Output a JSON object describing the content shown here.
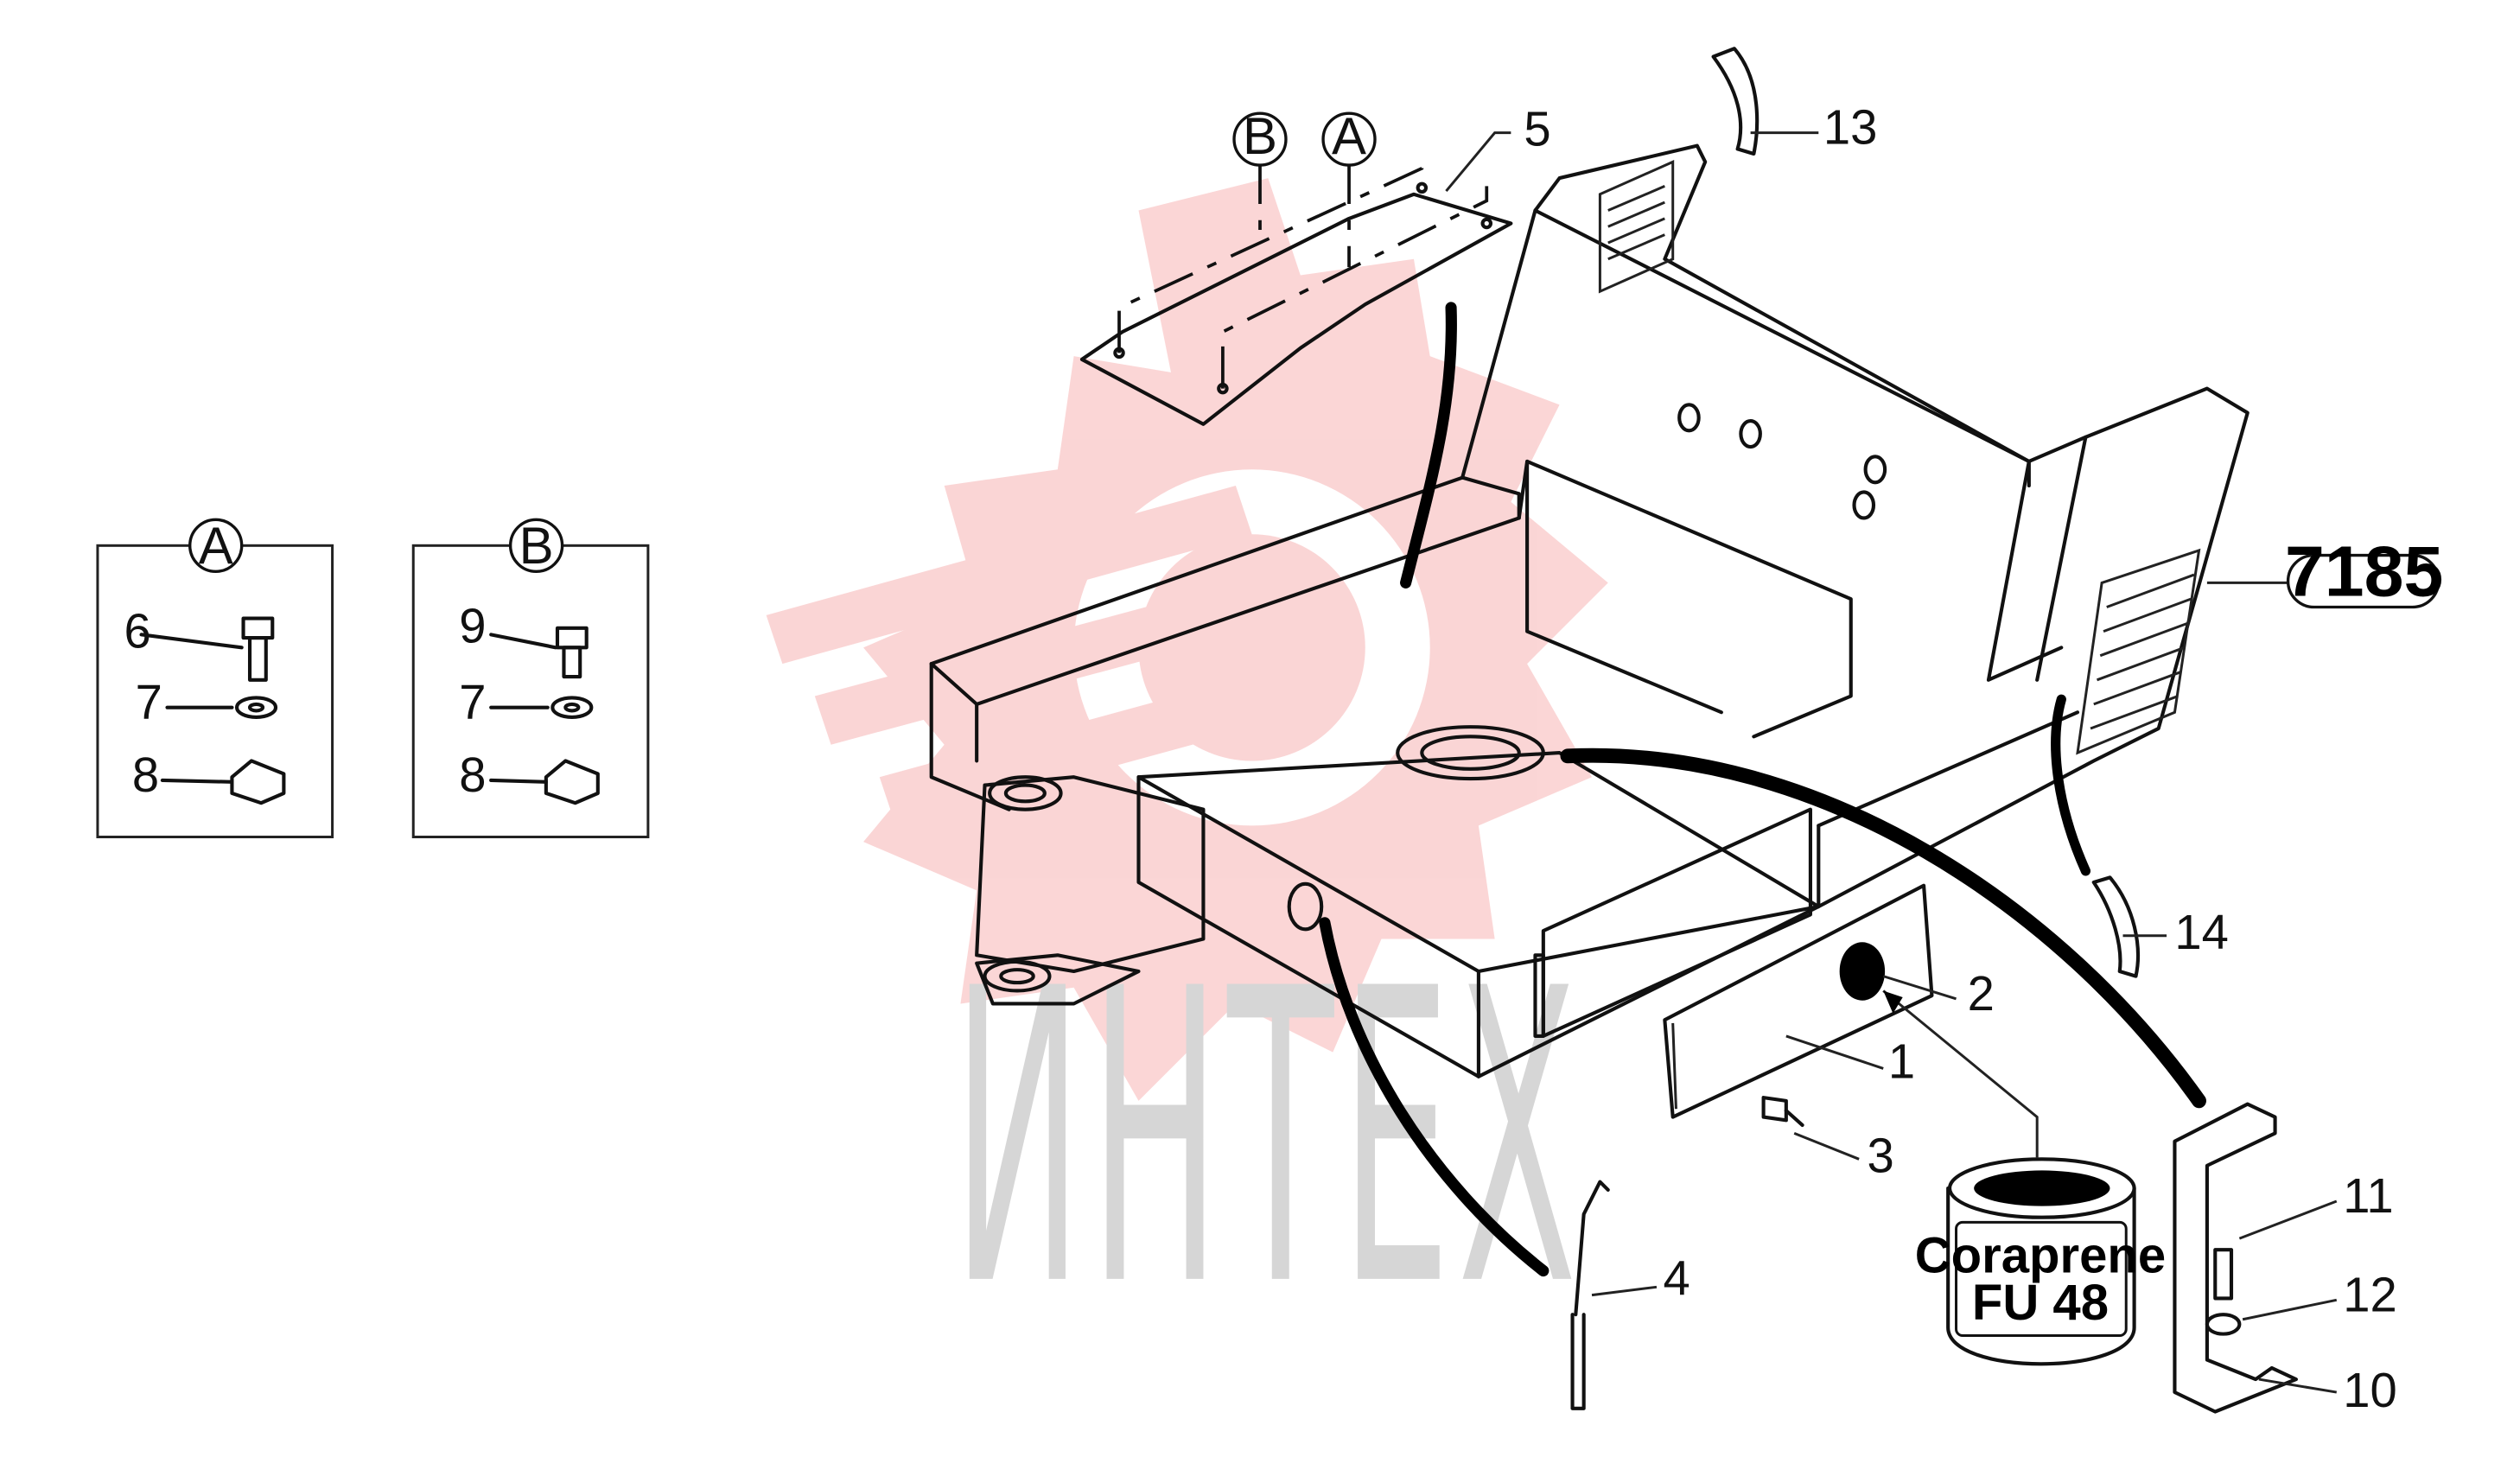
{
  "watermark": {
    "text": "ИНТЕХ",
    "logo_color": "#f7b4b4",
    "text_color": "#d6d6d6"
  },
  "reference": {
    "label": "7185"
  },
  "detail_views": [
    {
      "id": "A",
      "parts": [
        "6",
        "7",
        "8"
      ]
    },
    {
      "id": "B",
      "parts": [
        "9",
        "7",
        "8"
      ]
    }
  ],
  "cover_plate_views": {
    "left": "B",
    "right": "A"
  },
  "callouts": {
    "c1": "1",
    "c2": "2",
    "c3": "3",
    "c4": "4",
    "c5": "5",
    "c10": "10",
    "c11": "11",
    "c12": "12",
    "c13": "13",
    "c14": "14"
  },
  "can": {
    "line1": "Coraprene",
    "line2": "FU  48"
  },
  "colors": {
    "line": "#111111",
    "background": "#ffffff"
  }
}
